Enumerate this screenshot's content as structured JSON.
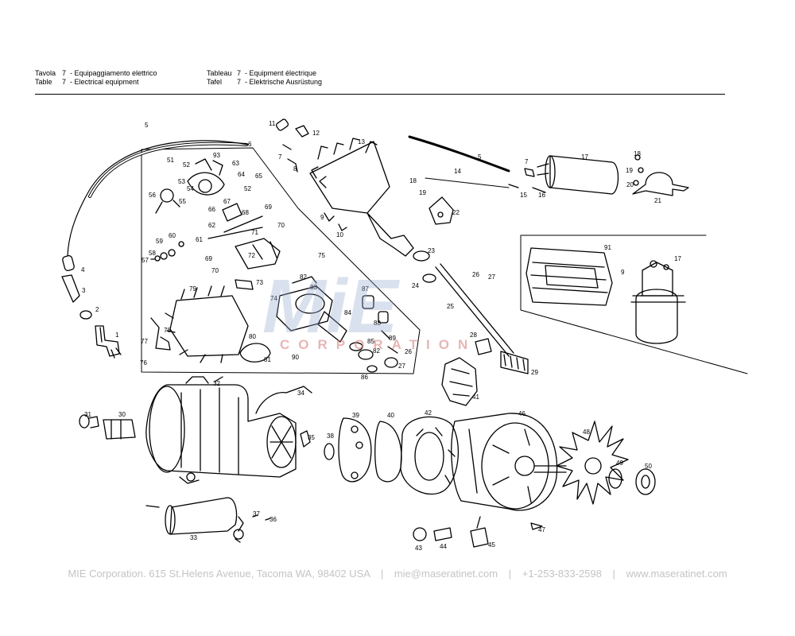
{
  "header": {
    "left": [
      {
        "key": "Tavola",
        "num": "7",
        "text": "- Equipaggiamento elettrico"
      },
      {
        "key": "Table",
        "num": "7",
        "text": "- Electrical equipment"
      }
    ],
    "right": [
      {
        "key": "Tableau",
        "num": "7",
        "text": "- Equipment électrique"
      },
      {
        "key": "Tafel",
        "num": "7",
        "text": "- Elektrische Ausrüstung"
      }
    ]
  },
  "watermark": {
    "logo_text": "MiE",
    "subtitle": "CORPORATION"
  },
  "footer": {
    "address": "MIE Corporation. 615 St.Helens Avenue, Tacoma WA, 98402 USA",
    "email": "mie@maseratinet.com",
    "phone": "+1-253-833-2598",
    "website": "www.maseratinet.com",
    "separator": "|"
  },
  "callouts": {
    "c1": "1",
    "c2": "2",
    "c3": "3",
    "c4": "4",
    "c5a": "5",
    "c5b": "5",
    "c6": "6",
    "c7a": "7",
    "c7b": "7",
    "c8": "8",
    "c9": "9",
    "c10": "10",
    "c11": "11",
    "c12": "12",
    "c13": "13",
    "c14": "14",
    "c15": "15",
    "c16": "16",
    "c17a": "17",
    "c17b": "17",
    "c18a": "18",
    "c18b": "18",
    "c19a": "19",
    "c19b": "19",
    "c20": "20",
    "c21": "21",
    "c22": "22",
    "c23": "23",
    "c24": "24",
    "c25": "25",
    "c26a": "26",
    "c26b": "26",
    "c27a": "27",
    "c27b": "27",
    "c28": "28",
    "c29": "29",
    "c30": "30",
    "c31": "31",
    "c32": "32",
    "c33": "33",
    "c34": "34",
    "c35": "35",
    "c36": "36",
    "c37": "37",
    "c38": "38",
    "c39": "39",
    "c40": "40",
    "c41": "41",
    "c42": "42",
    "c43": "43",
    "c44": "44",
    "c45": "45",
    "c46": "46",
    "c47": "47",
    "c48": "48",
    "c49": "49",
    "c50": "50",
    "c51": "51",
    "c52a": "52",
    "c52b": "52",
    "c53": "53",
    "c54": "54",
    "c55": "55",
    "c56": "56",
    "c57": "57",
    "c58": "58",
    "c59": "59",
    "c60": "60",
    "c61": "61",
    "c62": "62",
    "c63": "63",
    "c64": "64",
    "c65": "65",
    "c66": "66",
    "c67": "67",
    "c68": "68",
    "c69a": "69",
    "c69b": "69",
    "c70a": "70",
    "c70b": "70",
    "c71": "71",
    "c72": "72",
    "c73": "73",
    "c74": "74",
    "c75": "75",
    "c76": "76",
    "c77": "77",
    "c78": "78",
    "c79": "79",
    "c80": "80",
    "c81": "81",
    "c82a": "82",
    "c82b": "82",
    "c83": "83",
    "c84": "84",
    "c85": "85",
    "c86": "86",
    "c87": "87",
    "c88": "88",
    "c89": "89",
    "c90": "90",
    "c91": "91",
    "c93": "93"
  }
}
